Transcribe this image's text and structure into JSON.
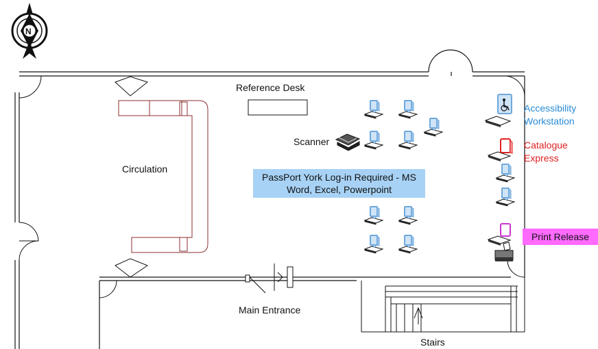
{
  "labels": {
    "reference_desk": "Reference Desk",
    "scanner": "Scanner",
    "circulation": "Circulation",
    "main_entrance": "Main Entrance",
    "stairs": "Stairs",
    "accessibility_line1": "Accessibility",
    "accessibility_line2": "Workstation",
    "catalogue_line1": "Catalogue",
    "catalogue_line2": "Express",
    "print_release": "Print Release",
    "passport": "PassPort York Log-in Required - MS Word, Excel, Powerpoint",
    "compass_north": "N"
  },
  "colors": {
    "wall": "#111111",
    "desk_outline": "#8b2e2e",
    "monitor_blue": "#6ea8dc",
    "monitor_screen": "#cfe4f7",
    "catalogue_red": "#e02020",
    "print_magenta": "#cc33cc",
    "accessibility_text": "#2a8bd6",
    "passport_bg": "#a7d2f5",
    "print_bg": "#ff6aff"
  },
  "icons": [
    "compass-icon",
    "scanner-icon",
    "wheelchair-icon",
    "printer-icon",
    "computer-workstation-icon"
  ]
}
